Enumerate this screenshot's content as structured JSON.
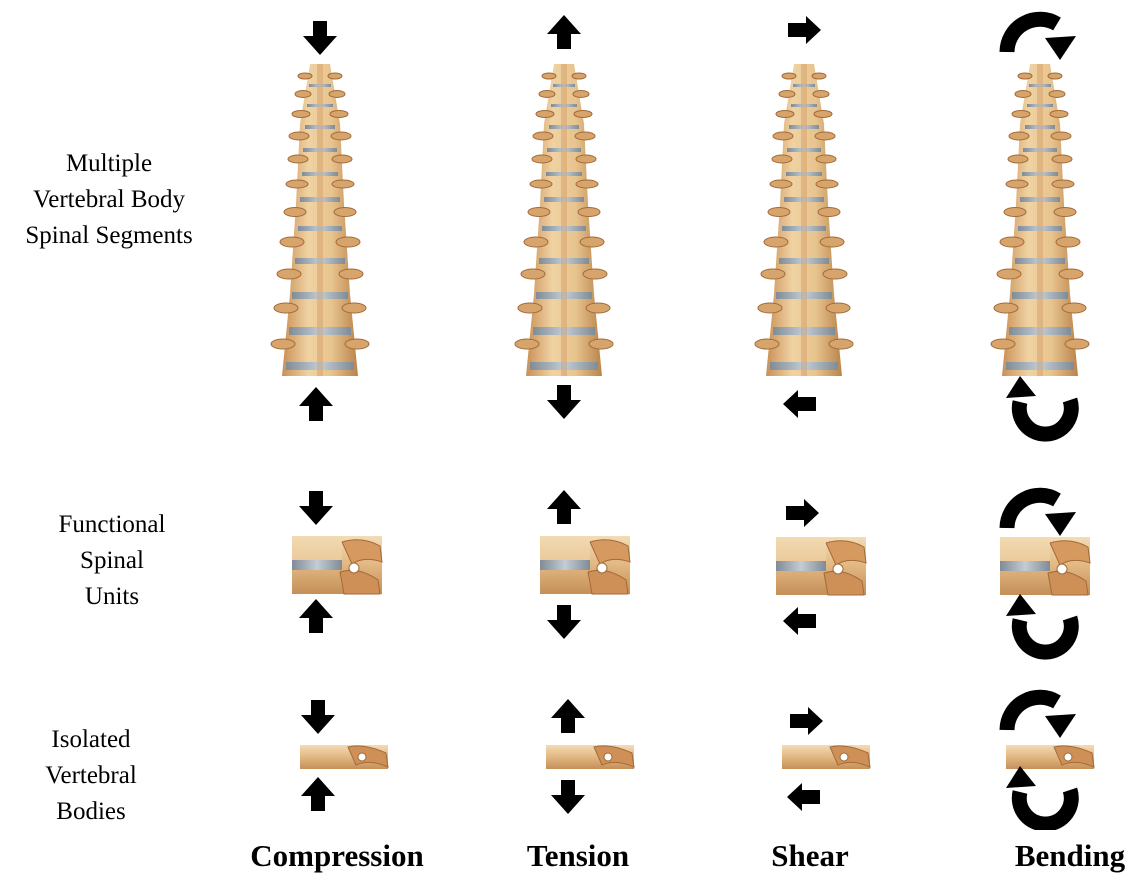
{
  "row_labels": [
    [
      "Multiple",
      "Vertebral Body",
      "Spinal Segments"
    ],
    [
      "Functional",
      "Spinal",
      "Units"
    ],
    [
      "Isolated",
      "Vertebral",
      "Bodies"
    ]
  ],
  "column_labels": [
    "Compression",
    "Tension",
    "Shear",
    "Bending"
  ],
  "colors": {
    "arrow": "#000000",
    "bone": "#e8c48e",
    "bone_shade": "#c88d55",
    "bone_dark": "#a26a38",
    "disc": "#8f9ca8",
    "background": "#ffffff"
  },
  "load_icons": {
    "compression": [
      "arrow-down-icon",
      "arrow-up-icon"
    ],
    "tension": [
      "arrow-up-icon",
      "arrow-down-icon"
    ],
    "shear": [
      "arrow-right-icon",
      "arrow-left-icon"
    ],
    "bending": [
      "curved-arrow-clockwise-icon",
      "curved-arrow-counterclockwise-icon"
    ]
  }
}
